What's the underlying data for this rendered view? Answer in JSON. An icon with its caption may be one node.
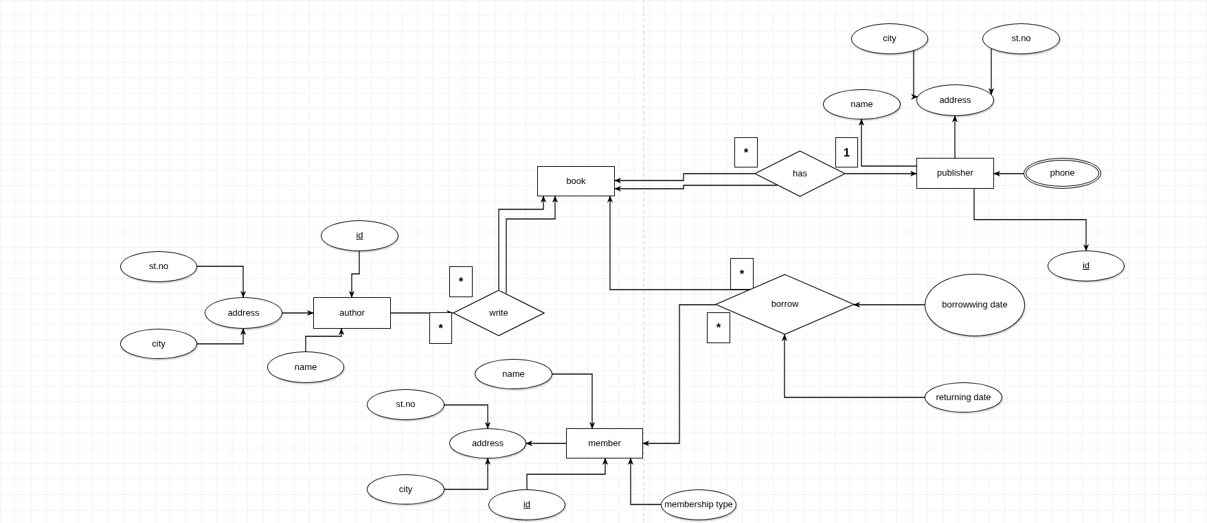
{
  "diagram": {
    "nodes": [
      {
        "text": [
          "city"
        ]
      },
      {
        "text": [
          "st.no"
        ]
      },
      {
        "text": [
          "name"
        ]
      },
      {
        "text": [
          "address"
        ]
      },
      {
        "text": [
          "*"
        ]
      },
      {
        "text": [
          "has"
        ]
      },
      {
        "text": [
          "1"
        ]
      },
      {
        "text": [
          "book"
        ]
      },
      {
        "text": [
          "publisher"
        ]
      },
      {
        "text": [
          "phone"
        ]
      },
      {
        "text": [
          "id"
        ]
      },
      {
        "text": [
          "*"
        ]
      },
      {
        "text": [
          "st.no"
        ]
      },
      {
        "text": [
          "*"
        ]
      },
      {
        "text": [
          "id"
        ]
      },
      {
        "text": [
          "address"
        ]
      },
      {
        "text": [
          "author"
        ]
      },
      {
        "text": [
          "write"
        ]
      },
      {
        "text": [
          "borrow"
        ]
      },
      {
        "text": [
          "borrowwing date"
        ]
      },
      {
        "text": [
          "*"
        ]
      },
      {
        "text": [
          "*"
        ]
      },
      {
        "text": [
          "city"
        ]
      },
      {
        "text": [
          "name"
        ]
      },
      {
        "text": [
          "name"
        ]
      },
      {
        "text": [
          "returning date"
        ]
      },
      {
        "text": [
          "st.no"
        ]
      },
      {
        "text": [
          "address"
        ]
      },
      {
        "text": [
          "member"
        ]
      },
      {
        "text": [
          "city"
        ]
      },
      {
        "text": [
          "id"
        ]
      },
      {
        "text": [
          "membership type"
        ]
      }
    ],
    "edges": [
      {
        "from": 0,
        "to": 3,
        "arrow": "to"
      },
      {
        "from": 1,
        "to": 3,
        "arrow": "to"
      },
      {
        "from": 8,
        "to": 2,
        "arrow": "to"
      },
      {
        "from": 8,
        "to": 3,
        "arrow": "to"
      },
      {
        "from": 9,
        "to": 8,
        "arrow": "to"
      },
      {
        "from": 8,
        "to": 14,
        "arrow": "to"
      },
      {
        "from": 5,
        "to": 7,
        "arrow": "to"
      },
      {
        "from": 5,
        "to": 7,
        "arrow": "to"
      },
      {
        "from": 5,
        "to": 8,
        "arrow": "to"
      },
      {
        "from": 18,
        "to": 7,
        "arrow": "to"
      },
      {
        "from": 17,
        "to": 7,
        "arrow": "to"
      },
      {
        "from": 17,
        "to": 7,
        "arrow": "to"
      },
      {
        "from": 12,
        "to": 15,
        "arrow": "to"
      },
      {
        "from": 22,
        "to": 15,
        "arrow": "to"
      },
      {
        "from": 15,
        "to": 16,
        "arrow": "to"
      },
      {
        "from": 10,
        "to": 16,
        "arrow": "to"
      },
      {
        "from": 23,
        "to": 16,
        "arrow": "to"
      },
      {
        "from": 16,
        "to": 17,
        "arrow": "to"
      },
      {
        "from": 19,
        "to": 18,
        "arrow": "to"
      },
      {
        "from": 25,
        "to": 18,
        "arrow": "to"
      },
      {
        "from": 18,
        "to": 28,
        "arrow": "to"
      },
      {
        "from": 28,
        "to": 27,
        "arrow": "to"
      },
      {
        "from": 24,
        "to": 28,
        "arrow": "to"
      },
      {
        "from": 26,
        "to": 27,
        "arrow": "to"
      },
      {
        "from": 29,
        "to": 27,
        "arrow": "to"
      },
      {
        "from": 30,
        "to": 28,
        "arrow": "to"
      },
      {
        "from": 31,
        "to": 28,
        "arrow": "to"
      }
    ]
  }
}
